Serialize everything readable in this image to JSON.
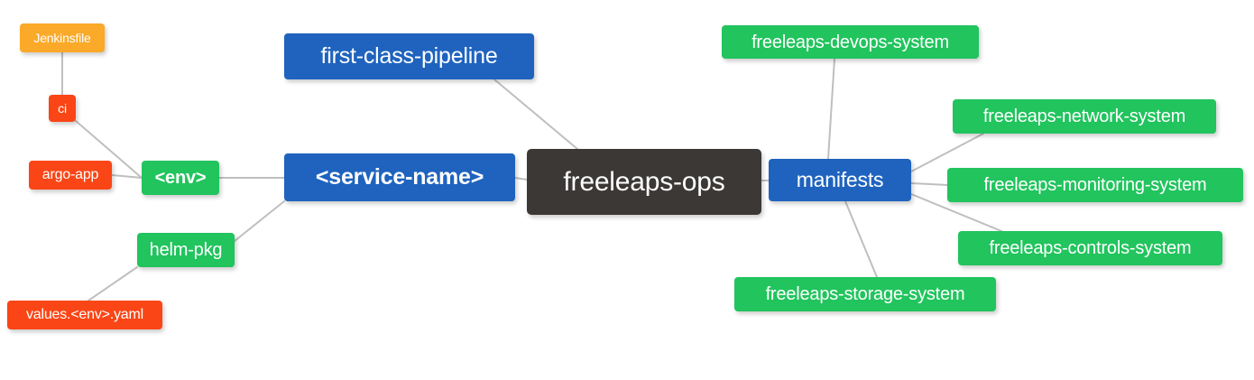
{
  "diagram": {
    "type": "mindmap",
    "title": "freeleaps-ops",
    "background_color": "#ffffff",
    "edge_color": "#bfbfbf"
  },
  "palette": {
    "root": "#3c3836",
    "blue": "#1f63be",
    "green": "#21c45d",
    "red": "#fa4616",
    "orange": "#faa928",
    "text": "#ffffff"
  },
  "nodes": {
    "root": {
      "label": "freeleaps-ops",
      "color": "#3c3836"
    },
    "manifests": {
      "label": "manifests",
      "color": "#1f63be"
    },
    "service_name": {
      "label": "<service-name>",
      "color": "#1f63be"
    },
    "first_class_pipeline": {
      "label": "first-class-pipeline",
      "color": "#1f63be"
    },
    "env": {
      "label": "<env>",
      "color": "#21c45d"
    },
    "helm_pkg": {
      "label": "helm-pkg",
      "color": "#21c45d"
    },
    "ci": {
      "label": "ci",
      "color": "#fa4616"
    },
    "argo_app": {
      "label": "argo-app",
      "color": "#fa4616"
    },
    "jenkinsfile": {
      "label": "Jenkinsfile",
      "color": "#faa928"
    },
    "values_yaml": {
      "label": "values.<env>.yaml",
      "color": "#fa4616"
    },
    "devops_system": {
      "label": "freeleaps-devops-system",
      "color": "#21c45d"
    },
    "network_system": {
      "label": "freeleaps-network-system",
      "color": "#21c45d"
    },
    "monitoring_system": {
      "label": "freeleaps-monitoring-system",
      "color": "#21c45d"
    },
    "controls_system": {
      "label": "freeleaps-controls-system",
      "color": "#21c45d"
    },
    "storage_system": {
      "label": "freeleaps-storage-system",
      "color": "#21c45d"
    }
  },
  "edges": [
    {
      "from": "root",
      "to": "first_class_pipeline"
    },
    {
      "from": "root",
      "to": "service_name"
    },
    {
      "from": "root",
      "to": "manifests"
    },
    {
      "from": "service_name",
      "to": "env"
    },
    {
      "from": "service_name",
      "to": "helm_pkg"
    },
    {
      "from": "env",
      "to": "ci"
    },
    {
      "from": "env",
      "to": "argo_app"
    },
    {
      "from": "ci",
      "to": "jenkinsfile"
    },
    {
      "from": "helm_pkg",
      "to": "values_yaml"
    },
    {
      "from": "manifests",
      "to": "devops_system"
    },
    {
      "from": "manifests",
      "to": "network_system"
    },
    {
      "from": "manifests",
      "to": "monitoring_system"
    },
    {
      "from": "manifests",
      "to": "controls_system"
    },
    {
      "from": "manifests",
      "to": "storage_system"
    }
  ]
}
